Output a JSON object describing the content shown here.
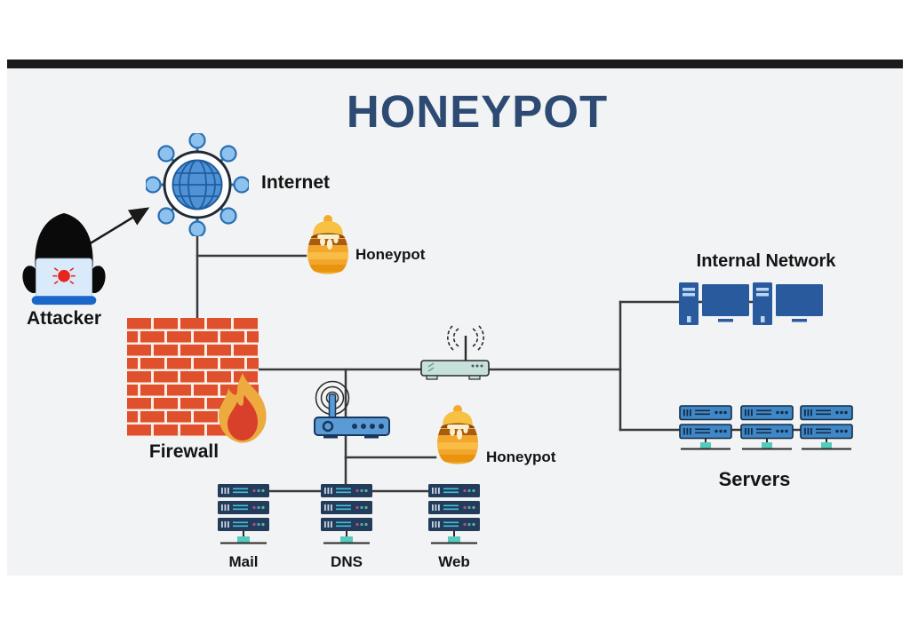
{
  "title": "HONEYPOT",
  "colors": {
    "title_color": "#2d4a73",
    "connector": "#3a3a3a",
    "label_text": "#141414",
    "panel_background": "#f2f3f4",
    "top_bar": "#1c1c1c",
    "brick_red": "#e1502d",
    "flame_outer": "#ecaa3f",
    "flame_inner": "#d8402c",
    "honey_amber": "#f3a62c",
    "globe_blue": "#4f92d6",
    "router_blue": "#5b9bd5",
    "access_point_teal": "#c5e1da",
    "computer_blue": "#2a5a9e",
    "server_navy": "#243c5c",
    "server_blue": "#3f87c7",
    "stand_teal": "#54cbbd",
    "attacker_laptop": "#d9eafa",
    "attacker_base": "#1b66c9",
    "bug_red": "#e8251f"
  },
  "nodes": {
    "attacker": {
      "label": "Attacker"
    },
    "internet": {
      "label": "Internet"
    },
    "honeypot_external": {
      "label": "Honeypot"
    },
    "firewall": {
      "label": "Firewall"
    },
    "honeypot_internal": {
      "label": "Honeypot"
    },
    "internal_network": {
      "label": "Internal Network"
    },
    "servers": {
      "label": "Servers"
    },
    "mail_server": {
      "label": "Mail"
    },
    "dns_server": {
      "label": "DNS"
    },
    "web_server": {
      "label": "Web"
    }
  }
}
